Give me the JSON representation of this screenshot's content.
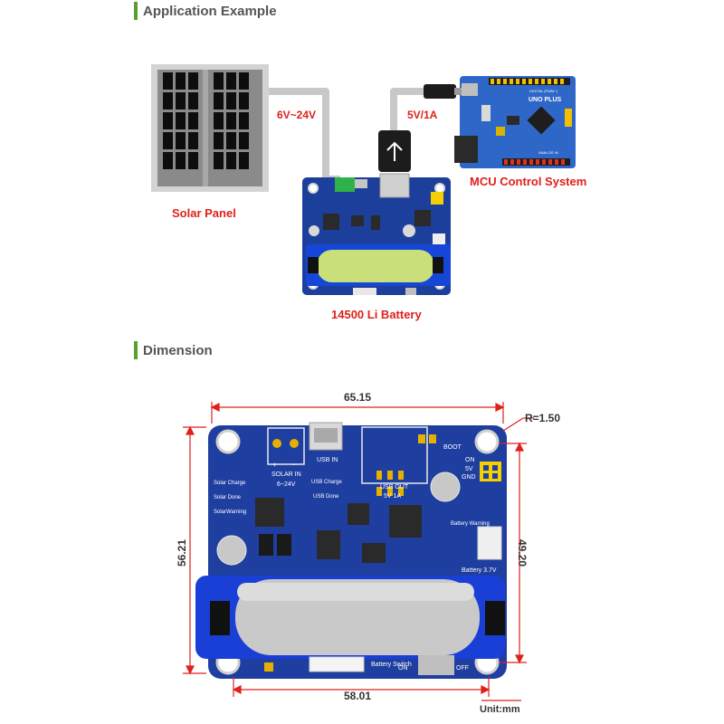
{
  "sections": {
    "application_title": "Application Example",
    "dimension_title": "Dimension"
  },
  "application": {
    "solar_panel_label": "Solar Panel",
    "solar_voltage_label": "6V~24V",
    "usb_out_label": "5V/1A",
    "mcu_label": "MCU Control System",
    "battery_label": "14500 Li Battery"
  },
  "dimension": {
    "width_top": "65.15",
    "width_bottom": "58.01",
    "height_left": "56.21",
    "height_right": "49.20",
    "radius": "R=1.50",
    "unit": "Unit:mm"
  },
  "board_silkscreen": {
    "solar_in": "SOLAR IN",
    "solar_in_range": "6~24V",
    "usb_in": "USB IN",
    "usb_out": "USB OUT",
    "usb_out_rating": "5V 1A",
    "boot": "BOOT",
    "on": "ON",
    "v5": "5V",
    "gnd": "GND",
    "solar_charge": "Solar Charge",
    "solar_done": "Solar Done",
    "solar_warning": "SolarWarning",
    "usb_charge": "USB Charge",
    "usb_done": "USB Done",
    "battery_warning": "Battery Warning",
    "battery_37v": "Battery 3.7V",
    "battery_switch": "Battery Switch",
    "switch_on": "ON",
    "switch_off": "OFF",
    "plus": "+",
    "minus": "−"
  },
  "arduino_silkscreen": {
    "uno_plus": "UNO PLUS",
    "digital": "DIGITAL (PWM~)",
    "analog": "ANALOG IN"
  },
  "colors": {
    "accent_green": "#5a9e2f",
    "label_red": "#e0201b",
    "pcb_blue": "#1c3f9c",
    "battery_green": "#c9e07a",
    "cable_gray": "#c8c8c8"
  }
}
